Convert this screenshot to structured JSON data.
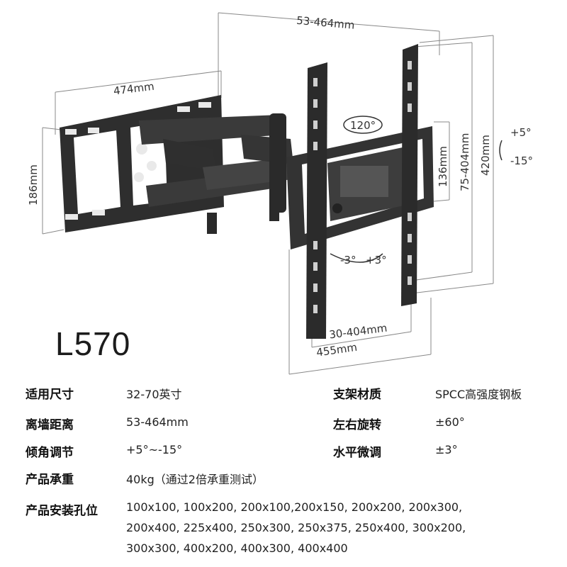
{
  "product": {
    "model": "L570"
  },
  "diagram": {
    "depth_range": "53-464mm",
    "wall_plate_width": "474mm",
    "wall_plate_height": "186mm",
    "swivel_angle": "120°",
    "pattern_width_range": "30-404mm",
    "bracket_width": "455mm",
    "bracket_height_inner": "136mm",
    "pattern_height_range": "75-404mm",
    "bracket_height": "420mm",
    "tilt_up": "+5°",
    "tilt_down": "-15°",
    "level_left": "-3°",
    "level_right": "+3°"
  },
  "specs": {
    "rows": [
      {
        "label": "适用尺寸",
        "value": "32-70英寸"
      },
      {
        "label": "离墙距离",
        "value": "53-464mm"
      },
      {
        "label": "倾角调节",
        "value": "+5°~-15°"
      },
      {
        "label": "产品承重",
        "value": "40kg（通过2倍承重测试）"
      }
    ],
    "right_rows": [
      {
        "label": "支架材质",
        "value": "SPCC高强度钢板"
      },
      {
        "label": "左右旋转",
        "value": "±60°"
      },
      {
        "label": "水平微调",
        "value": "±3°"
      }
    ],
    "holes": {
      "label": "产品安装孔位",
      "lines": [
        "100x100, 100x200, 200x100,200x150, 200x200, 200x300,",
        "200x400, 225x400, 250x300, 250x375, 250x400, 300x200,",
        "300x300, 400x200, 400x300, 400x400"
      ]
    }
  }
}
